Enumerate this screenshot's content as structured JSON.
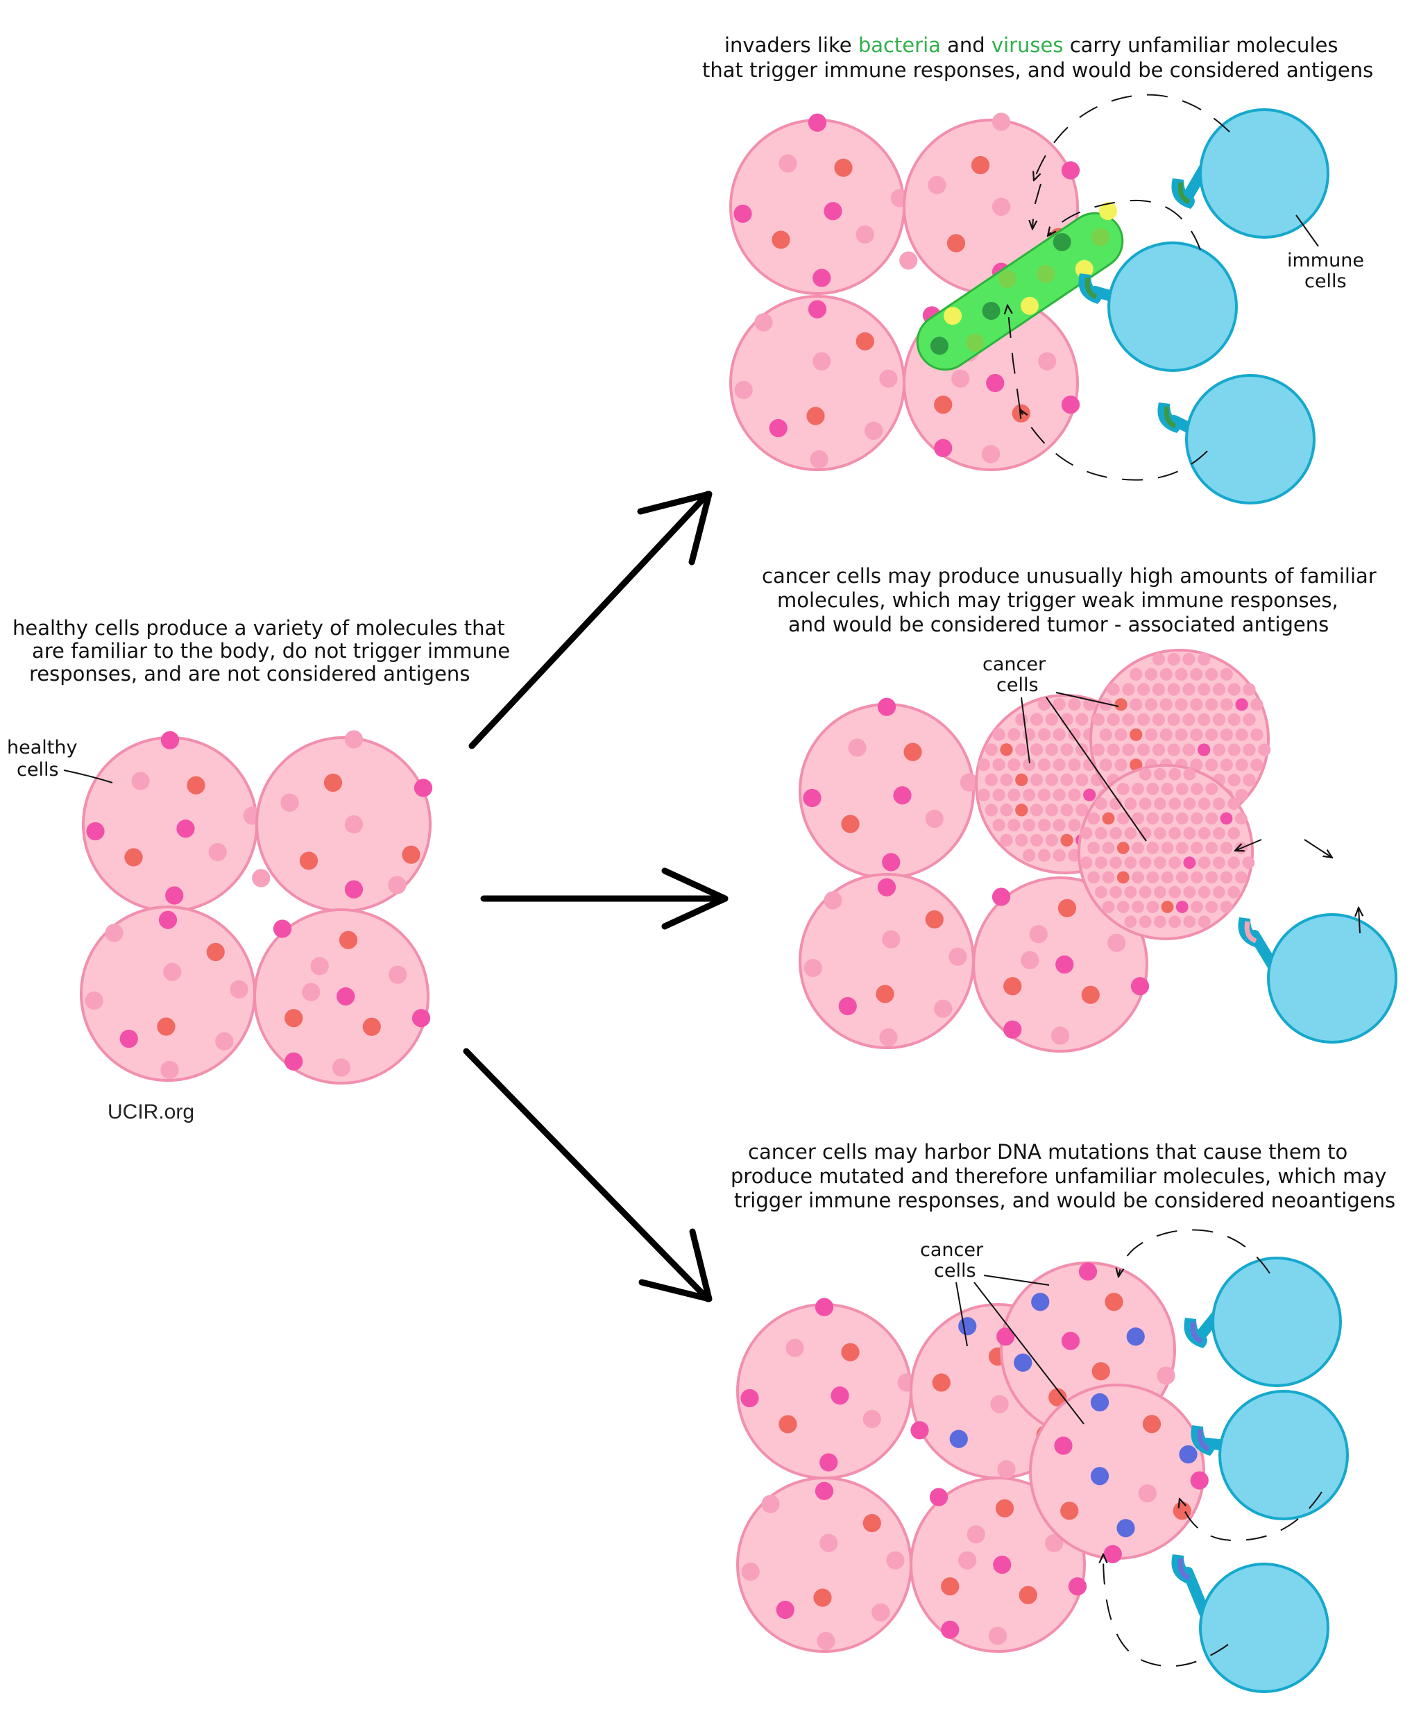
{
  "colors": {
    "cell_fill": "#fdc5d2",
    "cell_stroke": "#f28fae",
    "dot_magenta": "#f250a8",
    "dot_red": "#f0685f",
    "dot_pink": "#f7a1bd",
    "dot_blue": "#5a6bde",
    "immune_fill": "#7dd6ee",
    "immune_stroke": "#16a8cc",
    "bacteria_fill": "#55e65f",
    "bacteria_stroke": "#2db33d",
    "arrow": "#000000",
    "highlight_green": "#2fb04a"
  },
  "healthy": {
    "caption": {
      "line1": "healthy cells produce a variety  of molecules that",
      "line2": "are  familiar  to the body,  do not  trigger immune",
      "line3": "responses,  and are  not  considered antigens"
    },
    "label": {
      "line1": "healthy",
      "line2": "cells"
    }
  },
  "invaders": {
    "caption": {
      "line1_a": "invaders  like ",
      "word_bacteria": "bacteria",
      "line1_b": "  and ",
      "word_viruses": "viruses",
      "line1_c": "  carry unfamiliar molecules",
      "line2": "that trigger  immune   responses,  and  would be  considered  antigens"
    },
    "immune_label": {
      "line1": "immune",
      "line2": "cells"
    }
  },
  "tumor": {
    "caption": {
      "line1": "cancer cells may   produce  unusually  high amounts of familiar",
      "line2": "molecules,  which  may  trigger weak immune responses,",
      "line3": "and  would be  considered   tumor - associated antigens"
    },
    "label": {
      "line1": "cancer",
      "line2": "cells"
    }
  },
  "neo": {
    "caption": {
      "line1": "cancer cells may  harbor  DNA  mutations  that  cause  them  to",
      "line2": "produce  mutated  and  therefore  unfamiliar molecules,  which  may",
      "line3": "trigger  immune  responses,  and would be  considered  neoantigens"
    },
    "label": {
      "line1": "cancer",
      "line2": "cells"
    }
  },
  "footer": {
    "logo_text": "UCIR.org"
  }
}
